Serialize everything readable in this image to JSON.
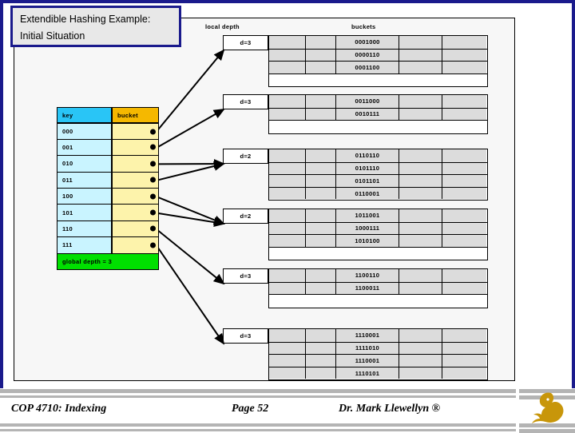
{
  "slide": {
    "title_lines": [
      "Extendible Hashing Example:",
      "Initial Situation"
    ],
    "frame_color": "#1a1a8c",
    "background": "#ffffff"
  },
  "captions": {
    "local_depth": "local depth",
    "buckets": "buckets"
  },
  "directory": {
    "header": {
      "key": "key",
      "bucket": "bucket"
    },
    "keys": [
      "000",
      "001",
      "010",
      "011",
      "100",
      "101",
      "110",
      "111"
    ],
    "global_depth_label": "global depth = 3",
    "colors": {
      "key_header": "#29c5f6",
      "bucket_header": "#f5b800",
      "key_cell": "#c9f4ff",
      "bucket_cell": "#fdf3ab",
      "global_depth": "#00e000"
    }
  },
  "buckets": [
    {
      "depth_label": "d=3",
      "entries": [
        "0001000",
        "0000110",
        "0001100"
      ],
      "rows": 3,
      "has_blank_row": true
    },
    {
      "depth_label": "d=3",
      "entries": [
        "0011000",
        "0010111"
      ],
      "rows": 2,
      "has_blank_row": true
    },
    {
      "depth_label": "d=2",
      "entries": [
        "0110110",
        "0101110",
        "0101101",
        "0110001"
      ],
      "rows": 4,
      "has_blank_row": false
    },
    {
      "depth_label": "d=2",
      "entries": [
        "1011001",
        "1000111",
        "1010100"
      ],
      "rows": 3,
      "has_blank_row": true
    },
    {
      "depth_label": "d=3",
      "entries": [
        "1100110",
        "1100011"
      ],
      "rows": 2,
      "has_blank_row": true
    },
    {
      "depth_label": "d=3",
      "entries": [
        "1110001",
        "1111010",
        "1110001",
        "1110101"
      ],
      "rows": 4,
      "has_blank_row": false
    }
  ],
  "footer": {
    "course": "COP 4710: Indexing",
    "page": "Page 52",
    "author": "Dr. Mark Llewellyn ®",
    "logo": "pegasus-logo"
  }
}
